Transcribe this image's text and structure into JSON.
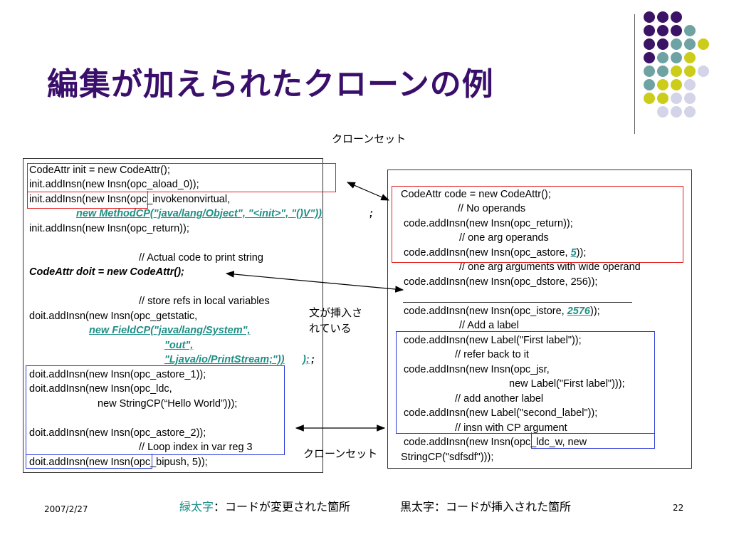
{
  "title": "編集が加えられたクローンの例",
  "clone_set_label_top": "クローンセット",
  "clone_set_label_bottom": "クローンセット",
  "inserted_label_line1": "文が挿入さ",
  "inserted_label_line2": "れている",
  "left_code": [
    "CodeAttr init = new CodeAttr();",
    "init.addInsn(new Insn(opc_aload_0));",
    "init.addInsn(new Insn(opc_invokenonvirtual,",
    "new MethodCP(\"java/lang/Object\", \"<init>\", \"()V\"))",
    ";",
    "init.addInsn(new Insn(opc_return));",
    "// Actual code to print string",
    "CodeAttr doit = new CodeAttr();",
    "// store refs in local variables",
    "doit.addInsn(new Insn(opc_getstatic,",
    "new FieldCP(\"java/lang/System\",",
    "\"out\",",
    "\"Ljava/io/PrintStream;\"))",
    ");",
    ";",
    "doit.addInsn(new Insn(opc_astore_1));",
    "doit.addInsn(new Insn(opc_ldc,",
    "new StringCP(“Hello World”)));",
    "doit.addInsn(new Insn(opc_astore_2));",
    "// Loop index in var reg 3",
    "doit.addInsn(new Insn(opc_bipush, 5));"
  ],
  "right_code": [
    "CodeAttr code = new CodeAttr();",
    "// No operands",
    "code.addInsn(new Insn(opc_return));",
    "// one arg operands",
    "code.addInsn(new Insn(opc_astore, ",
    "5",
    "));",
    "// one arg arguments with wide operand",
    "code.addInsn(new Insn(opc_dstore, 256));",
    "code.addInsn(new Insn(opc_istore, ",
    "2576",
    "));",
    "// Add a label",
    "code.addInsn(new Label(\"First label\"));",
    "// refer back to it",
    "code.addInsn(new Insn(opc_jsr,",
    "new Label(\"First label\")));",
    "// add another label",
    "code.addInsn(new Label(\"second_label\"));",
    "// insn with CP argument",
    "code.addInsn(new Insn(opc_ldc_w, new",
    "StringCP(\"sdfsdf\")));"
  ],
  "legend_green": "緑太字",
  "legend_green_desc": "：コードが変更された箇所",
  "legend_black": "黒太字",
  "legend_black_desc": "：コードが挿入された箇所",
  "footer_date": "2007/2/27",
  "footer_page": "22",
  "colors": {
    "title": "#3a0f6b",
    "changed_green": "#1f8f86",
    "clone_red": "#e02020",
    "clone_blue": "#2b3ad8",
    "dot_purple": "#3b1466",
    "dot_teal": "#6fa3a3",
    "dot_yellow": "#cccc1a",
    "dot_lavender": "#d4d4e8"
  }
}
